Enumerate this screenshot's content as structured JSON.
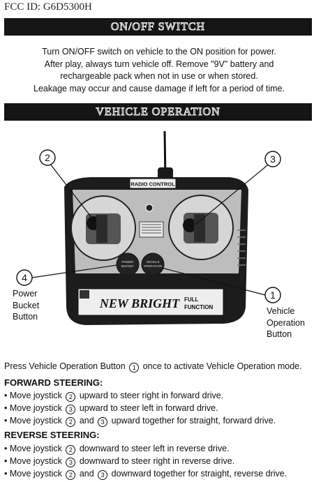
{
  "fcc_id": "FCC ID: G6D5300H",
  "onoff": {
    "title": "ON/OFF SWITCH",
    "lines": [
      "Turn ON/OFF switch on vehicle to the ON position for power.",
      "After play, always turn vehicle off. Remove \"9V\" battery and",
      "rechargeable pack when not in use or when stored.",
      "Leakage may occur and cause damage if left for a period of time."
    ]
  },
  "vehicle_operation": {
    "title": "VEHICLE OPERATION",
    "remote": {
      "top_label": "RADIO CONTROL",
      "brand": "NEW BRIGHT",
      "brand_side": [
        "FULL",
        "FUNCTION"
      ],
      "button_left": [
        "POWER",
        "BUCKET"
      ],
      "button_right": [
        "VEHICLE",
        "OPERATION"
      ]
    },
    "callouts": {
      "c2": "2",
      "c3": "3",
      "c4": "4",
      "c1": "1",
      "power_label": [
        "Power",
        "Bucket",
        "Button"
      ],
      "vehicle_label": [
        "Vehicle",
        "Operation",
        "Button"
      ]
    }
  },
  "instructions": {
    "intro_before": "Press Vehicle Operation Button",
    "intro_num": "1",
    "intro_after": "once to activate Vehicle Operation mode.",
    "forward": {
      "heading": "FORWARD STEERING:",
      "items": [
        {
          "pre": "• Move joystick",
          "n1": "2",
          "mid": "",
          "n2": "",
          "post": "upward to steer right in forward drive."
        },
        {
          "pre": "• Move joystick",
          "n1": "3",
          "mid": "",
          "n2": "",
          "post": "upward to steer left in forward drive."
        },
        {
          "pre": "• Move joystick",
          "n1": "2",
          "mid": "and",
          "n2": "3",
          "post": "upward together for straight, forward drive."
        }
      ]
    },
    "reverse": {
      "heading": "REVERSE STEERING:",
      "items": [
        {
          "pre": "• Move joystick",
          "n1": "2",
          "mid": "",
          "n2": "",
          "post": "downward to steer left in reverse drive."
        },
        {
          "pre": "• Move joystick",
          "n1": "3",
          "mid": "",
          "n2": "",
          "post": "downward to steer right in reverse drive."
        },
        {
          "pre": "• Move joystick",
          "n1": "2",
          "mid": "and",
          "n2": "3",
          "post": "downward together for straight, reverse drive."
        }
      ]
    }
  }
}
